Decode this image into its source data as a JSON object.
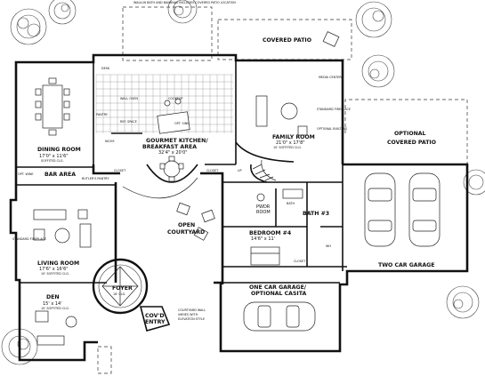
{
  "floor_plan": {
    "header_note": "WALK-IN BATH AND BANANAS INCLUDES COVERED PATIO LOCATION",
    "rooms": {
      "covered_patio": {
        "name": "COVERED PATIO"
      },
      "optional_covered_patio": {
        "name": "OPTIONAL COVERED PATIO"
      },
      "dining_room": {
        "name": "DINING ROOM",
        "dims": "17'0\" x 11'6\"",
        "note": "SOFFITED CLG."
      },
      "kitchen": {
        "name": "GOURMET KITCHEN/ BREAKFAST AREA",
        "dims": "32'4\" x 20'0\""
      },
      "family_room": {
        "name": "FAMILY ROOM",
        "dims": "21'0\" x 17'8\"",
        "note": "10' SOFFITED CLG."
      },
      "living_room": {
        "name": "LIVING ROOM",
        "dims": "17'6\" x 16'6\"",
        "note": "10' SOFFITED CLG."
      },
      "courtyard": {
        "name": "OPEN COURTYARD"
      },
      "garage": {
        "name": "TWO CAR GARAGE"
      },
      "casita": {
        "name": "ONE CAR GARAGE/ OPTIONAL CASITA"
      },
      "bedroom4": {
        "name": "BEDROOM #4",
        "dims": "14'6\" x 11'"
      },
      "bath3": {
        "name": "BATH #3"
      },
      "pwdr": {
        "name": "PWDR ROOM"
      },
      "den": {
        "name": "DEN",
        "dims": "15' x 14'",
        "note": "10' SOFFITED CLG."
      },
      "foyer": {
        "name": "FOYER",
        "note": "16' CLG."
      },
      "covered_entry": {
        "name": "COV'D ENTRY"
      },
      "bar_area": {
        "name": "BAR AREA"
      }
    },
    "labels": {
      "desk": "DESK",
      "pantry": "PANTRY",
      "wall_oven": "WALL OVEN",
      "ref_space": "REF. SPACE",
      "cooktop": "COOKTOP",
      "opt_sink": "OPT. SINK",
      "niche": "NICHE",
      "media_center": "MEDIA CENTER",
      "standard_fireplace": "STANDARD FIREPLACE",
      "optional_built_ins": "OPTIONAL BUILT-INS",
      "closet_1": "CLOSET",
      "closet_2": "CLOSET",
      "closet_3": "CLOSET",
      "up": "UP",
      "butlers_pantry": "BUTLER'S PANTRY",
      "opt_wine": "OPT. WINE",
      "living_fireplace": "STANDARD FIREPLACE",
      "wh": "WH",
      "bath": "BATH",
      "courtyard_wall_note": "COURTYARD WALL VARIES WITH ELEVATION STYLE",
      "up_arrow": "UP"
    }
  }
}
